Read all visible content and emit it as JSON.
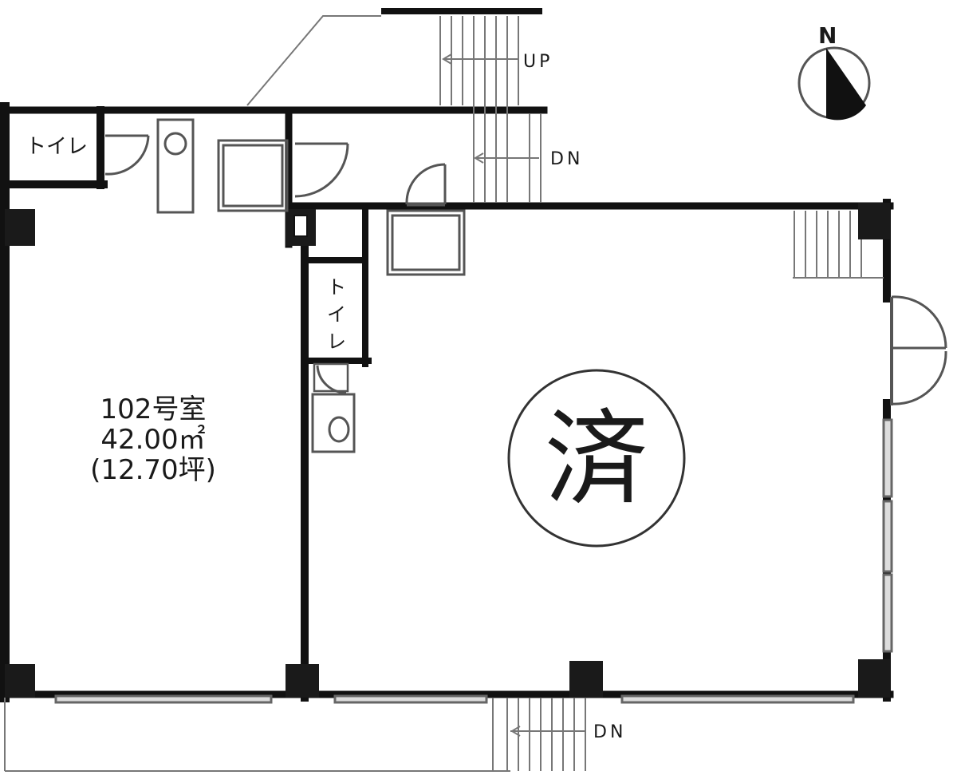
{
  "compass": {
    "north_label": "N"
  },
  "stairs": {
    "top_up": "UP",
    "top_down": "DN",
    "bottom_down": "DN"
  },
  "toilets": {
    "left_label": "トイレ",
    "center_label": [
      "ト",
      "イ",
      "レ"
    ]
  },
  "unit_102": {
    "name": "102号室",
    "area_m2": "42.00㎡",
    "area_tsubo": "(12.70坪)"
  },
  "occupied_unit": {
    "status_mark": "済"
  }
}
